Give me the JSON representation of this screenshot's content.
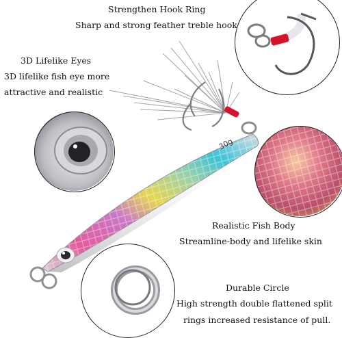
{
  "captions": {
    "hook_ring": {
      "title": "Strengthen Hook Ring",
      "desc": "Sharp and strong feather treble hook"
    },
    "eyes": {
      "title": "3D Lifelike Eyes",
      "desc_line1": "3D lifelike fish eye more",
      "desc_line2": "attractive and realistic"
    },
    "body": {
      "title": "Realistic Fish Body",
      "desc": "Streamline-body and lifelike skin"
    },
    "circle": {
      "title": "Durable Circle",
      "desc_line1": "High strength double flattened split",
      "desc_line2": "rings increased resistance of pull."
    }
  },
  "lure": {
    "weight_label": "30g"
  },
  "colors": {
    "text": "#111111",
    "frame": "#222222",
    "thread": "#d4142a",
    "pink": "#e8559a",
    "yellow": "#e3d44a",
    "cyan": "#3fc6d8"
  }
}
